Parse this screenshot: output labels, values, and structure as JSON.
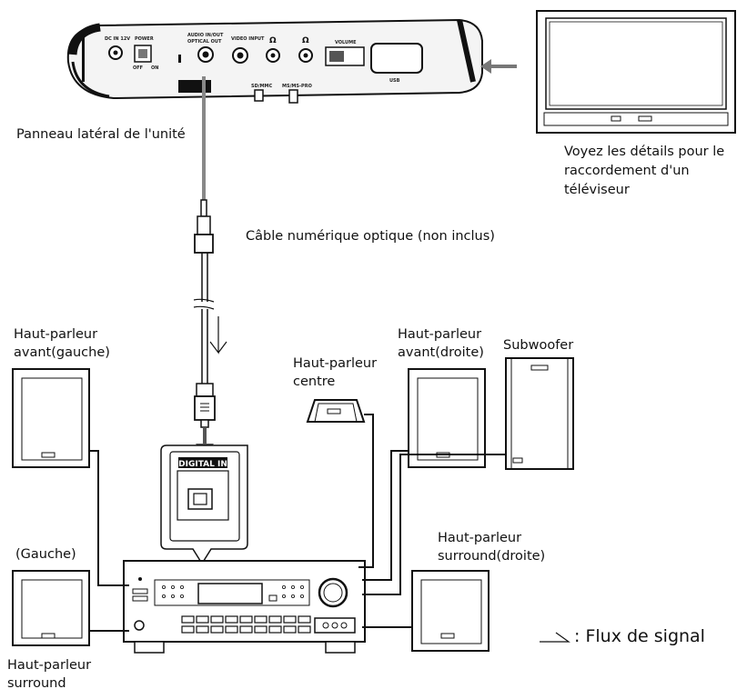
{
  "labels": {
    "side_panel": "Panneau latéral de l'unité",
    "tv_note": "Voyez les détails pour le raccordement d'un téléviseur",
    "optical_cable": "Câble numérique optique (non inclus)",
    "front_left": "Haut-parleur avant(gauche)",
    "center": "Haut-parleur centre",
    "front_right": "Haut-parleur avant(droite)",
    "subwoofer": "Subwoofer",
    "left": "(Gauche)",
    "surround_right": "Haut-parleur surround(droite)",
    "surround_left": "Haut-parleur surround",
    "signal_flow": ": Flux de signal",
    "digital_in": "DIGITAL IN"
  },
  "device_ports": {
    "dc_in": "DC IN 12V",
    "power": "POWER",
    "off": "OFF",
    "on": "ON",
    "audio_out": "AUDIO IN/OUT",
    "optical_out": "OPTICAL OUT",
    "video_input": "VIDEO INPUT",
    "volume": "VOLUME",
    "usb": "USB",
    "sd_mmc": "SD/MMC",
    "ms_pro": "MS/MS-PRO"
  }
}
